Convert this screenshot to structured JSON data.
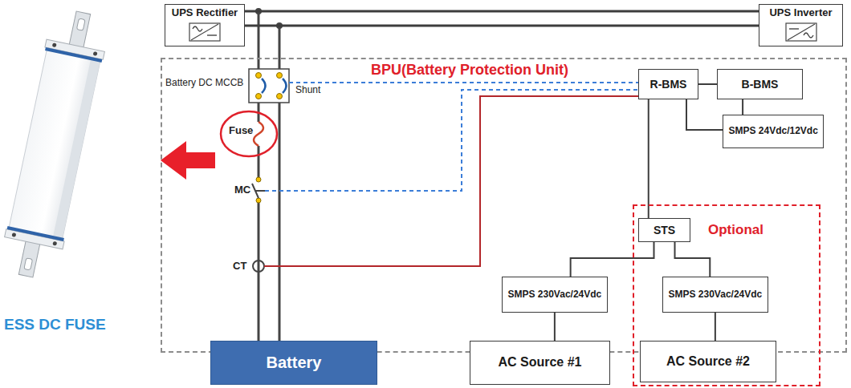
{
  "diagram": {
    "nodes": [
      {
        "text": [
          "UPS Rectifier"
        ]
      },
      {
        "text": [
          "UPS Inverter"
        ]
      },
      {
        "text": [
          "BPU(Battery Protection Unit)"
        ]
      },
      {
        "text": [
          "R-BMS"
        ],
        "in": 2
      },
      {
        "text": [
          "B-BMS"
        ],
        "in": 2
      },
      {
        "text": [
          "SMPS 24Vdc/12Vdc"
        ],
        "in": 2
      },
      {
        "text": [
          "SMPS 230Vac/24Vdc"
        ],
        "in": 2
      },
      {
        "text": [
          "Optional"
        ]
      },
      {
        "text": [
          "STS"
        ],
        "in": 7
      },
      {
        "text": [
          "SMPS 230Vac/24Vdc"
        ],
        "in": 7
      },
      {
        "text": [
          "Battery"
        ]
      },
      {
        "text": [
          "AC Source #1"
        ]
      },
      {
        "text": [
          "AC Source #2"
        ],
        "in": 7
      }
    ],
    "edges": [
      {
        "from": 0,
        "to": 1,
        "arrow": "none"
      },
      {
        "from": 0,
        "to": 1,
        "arrow": "none"
      },
      {
        "from": 3,
        "to": 4,
        "arrow": "none"
      },
      {
        "from": 3,
        "to": 8,
        "arrow": "none"
      },
      {
        "from": 3,
        "to": 5,
        "arrow": "none"
      },
      {
        "from": 4,
        "to": 5,
        "arrow": "none"
      },
      {
        "from": 8,
        "to": 6,
        "arrow": "none"
      },
      {
        "from": 8,
        "to": 9,
        "arrow": "none"
      },
      {
        "from": 6,
        "to": 11,
        "arrow": "none"
      },
      {
        "from": 9,
        "to": 12,
        "arrow": "none"
      }
    ],
    "labels": [
      "ESS DC FUSE",
      "Battery DC MCCB",
      "Shunt",
      "Fuse",
      "MC",
      "CT"
    ]
  }
}
